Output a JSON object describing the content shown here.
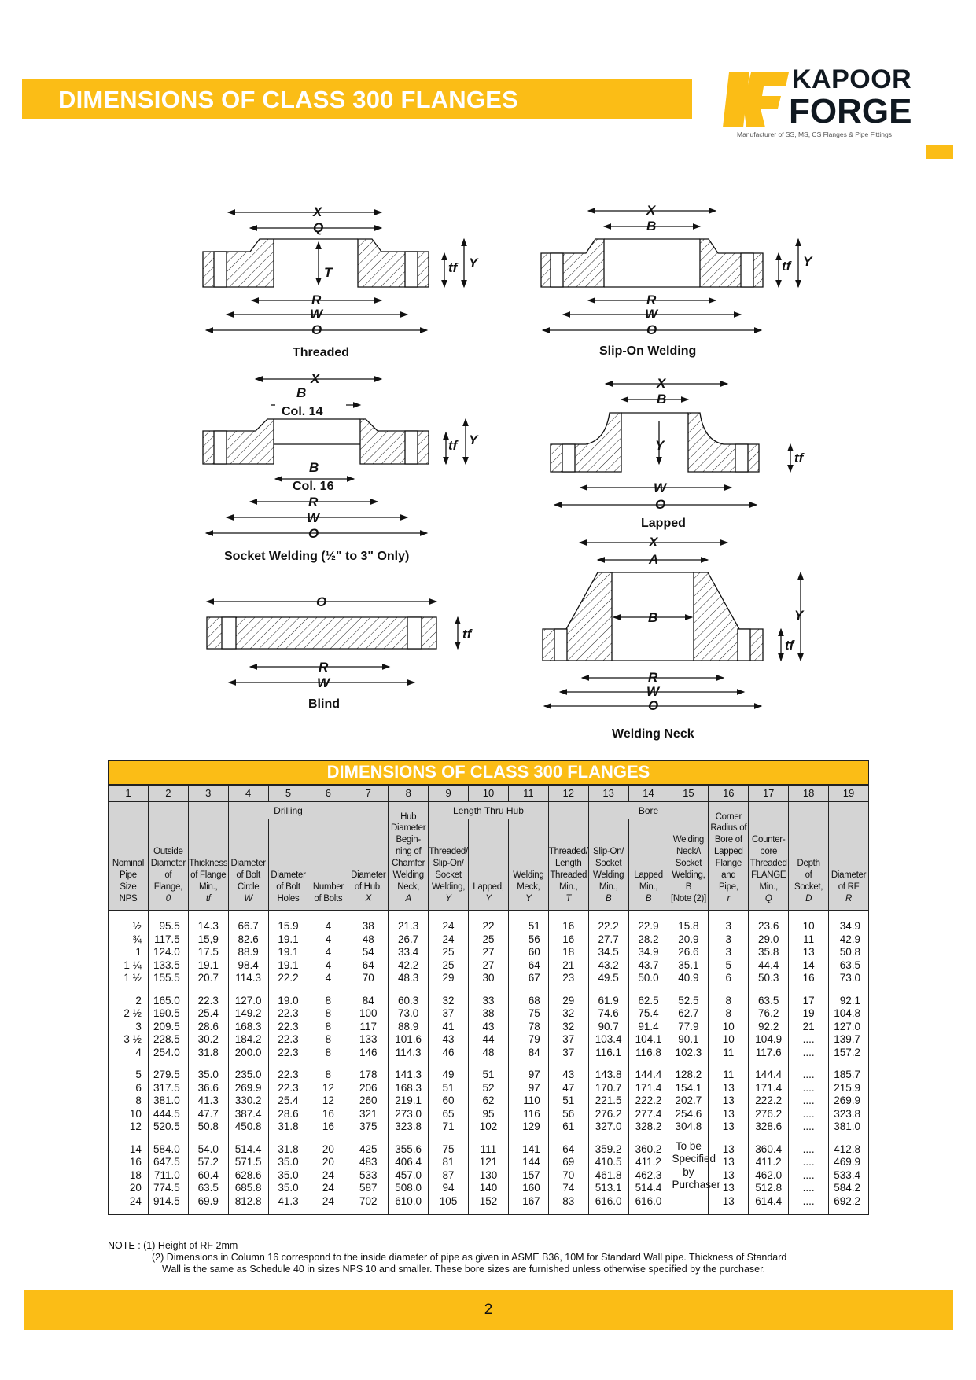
{
  "header": {
    "title": "DIMENSIONS OF CLASS 300 FLANGES"
  },
  "logo": {
    "line1": "KAPOOR",
    "line2": "FORGE",
    "tagline": "Manufacturer of SS, MS, CS Flanges & Pipe Fittings",
    "colors": {
      "accent": "#fbbd16",
      "dark": "#101820"
    }
  },
  "diagrams": {
    "threaded": {
      "caption": "Threaded",
      "X": "X",
      "Q": "Q",
      "T": "T",
      "tf": "tf",
      "Y": "Y",
      "R": "R",
      "W": "W",
      "O": "O"
    },
    "slipon": {
      "caption": "Slip-On Welding",
      "X": "X",
      "B": "B",
      "tf": "tf",
      "Y": "Y",
      "R": "R",
      "W": "W",
      "O": "O"
    },
    "socket": {
      "caption": "Socket Welding (½\" to 3\" Only)",
      "X": "X",
      "B1": "B",
      "col14": "Col. 14",
      "B2": "B",
      "col16": "Col. 16",
      "tf": "tf",
      "Y": "Y",
      "R": "R",
      "W": "W",
      "O": "O"
    },
    "lapped": {
      "caption": "Lapped",
      "X": "X",
      "B": "B",
      "Y": "Y",
      "tf": "tf",
      "W": "W",
      "O": "O"
    },
    "blind": {
      "caption": "Blind",
      "O": "O",
      "tf": "tf",
      "R": "R",
      "W": "W"
    },
    "weldneck": {
      "caption": "Welding Neck",
      "X": "X",
      "A": "A",
      "B": "B",
      "Y": "Y",
      "tf": "tf",
      "R": "R",
      "W": "W",
      "O": "O"
    }
  },
  "table": {
    "title": "DIMENSIONS OF CLASS 300 FLANGES",
    "col_numbers": [
      "1",
      "2",
      "3",
      "4",
      "5",
      "6",
      "7",
      "8",
      "9",
      "10",
      "11",
      "12",
      "13",
      "14",
      "15",
      "16",
      "17",
      "18",
      "19"
    ],
    "groups": {
      "drilling": "Drilling",
      "length": "Length Thru Hub",
      "bore": "Bore"
    },
    "headers": [
      [
        "Nominal",
        "Pipe",
        "Size",
        "NPS"
      ],
      [
        "Outside",
        "Diameter",
        "of",
        "Flange,",
        "0"
      ],
      [
        "Thickness",
        "of Flange",
        "Min.,",
        "tf"
      ],
      [
        "Diameter",
        "of Bolt",
        "Circle",
        "W"
      ],
      [
        "Diameter",
        "of Bolt",
        "Holes"
      ],
      [
        "Number",
        "of Bolts"
      ],
      [
        "Diameter",
        "of Hub,",
        "X"
      ],
      [
        "Hub",
        "Diameter",
        "Begin-",
        "ning of",
        "Chamfer",
        "Welding",
        "Neck,",
        "A"
      ],
      [
        "Threaded/",
        "Slip-On/",
        "Socket",
        "Welding,",
        "Y"
      ],
      [
        "Lapped,",
        "Y"
      ],
      [
        "Welding",
        "Meck,",
        "Y"
      ],
      [
        "Threaded/",
        "Length",
        "Threaded",
        "Min.,",
        "T"
      ],
      [
        "Slip-On/",
        "Socket",
        "Welding",
        "Min.,",
        "B"
      ],
      [
        "Lapped",
        "Min.,",
        "B"
      ],
      [
        "Welding",
        "Neck/\\",
        "Socket",
        "Welding,",
        "B",
        "[Note (2)]"
      ],
      [
        "Corner",
        "Radius of",
        "Bore of",
        "Lapped",
        "Flange",
        "and",
        "Pipe,",
        "r"
      ],
      [
        "Counter-",
        "bore",
        "Threaded",
        "FLANGE",
        "Min.,",
        "Q"
      ],
      [
        "Depth",
        "of",
        "Socket,",
        "D"
      ],
      [
        "Diameter",
        "of RF",
        "R"
      ]
    ],
    "rows": [
      [
        [
          "½",
          "¾",
          "1",
          "1 ¼",
          "1 ½"
        ],
        [
          "95.5",
          "117.5",
          "124.0",
          "133.5",
          "155.5"
        ],
        [
          "14.3",
          "15,9",
          "17.5",
          "19.1",
          "20.7"
        ],
        [
          "66.7",
          "82.6",
          "88.9",
          "98.4",
          "114.3"
        ],
        [
          "15.9",
          "19.1",
          "19.1",
          "19.1",
          "22.2"
        ],
        [
          "4",
          "4",
          "4",
          "4",
          "4"
        ],
        [
          "38",
          "48",
          "54",
          "64",
          "70"
        ],
        [
          "21.3",
          "26.7",
          "33.4",
          "42.2",
          "48.3"
        ],
        [
          "24",
          "24",
          "25",
          "25",
          "29"
        ],
        [
          "22",
          "25",
          "27",
          "27",
          "30"
        ],
        [
          "51",
          "56",
          "60",
          "64",
          "67"
        ],
        [
          "16",
          "16",
          "18",
          "21",
          "23"
        ],
        [
          "22.2",
          "27.7",
          "34.5",
          "43.2",
          "49.5"
        ],
        [
          "22.9",
          "28.2",
          "34.9",
          "43.7",
          "50.0"
        ],
        [
          "15.8",
          "20.9",
          "26.6",
          "35.1",
          "40.9"
        ],
        [
          "3",
          "3",
          "3",
          "5",
          "6"
        ],
        [
          "23.6",
          "29.0",
          "35.8",
          "44.4",
          "50.3"
        ],
        [
          "10",
          "11",
          "13",
          "14",
          "16"
        ],
        [
          "34.9",
          "42.9",
          "50.8",
          "63.5",
          "73.0"
        ]
      ],
      [
        [
          "2",
          "2 ½",
          "3",
          "3 ½",
          "4"
        ],
        [
          "165.0",
          "190.5",
          "209.5",
          "228.5",
          "254.0"
        ],
        [
          "22.3",
          "25.4",
          "28.6",
          "30.2",
          "31.8"
        ],
        [
          "127.0",
          "149.2",
          "168.3",
          "184.2",
          "200.0"
        ],
        [
          "19.0",
          "22.3",
          "22.3",
          "22.3",
          "22.3"
        ],
        [
          "8",
          "8",
          "8",
          "8",
          "8"
        ],
        [
          "84",
          "100",
          "117",
          "133",
          "146"
        ],
        [
          "60.3",
          "73.0",
          "88.9",
          "101.6",
          "114.3"
        ],
        [
          "32",
          "37",
          "41",
          "43",
          "46"
        ],
        [
          "33",
          "38",
          "43",
          "44",
          "48"
        ],
        [
          "68",
          "75",
          "78",
          "79",
          "84"
        ],
        [
          "29",
          "32",
          "32",
          "37",
          "37"
        ],
        [
          "61.9",
          "74.6",
          "90.7",
          "103.4",
          "116.1"
        ],
        [
          "62.5",
          "75.4",
          "91.4",
          "104.1",
          "116.8"
        ],
        [
          "52.5",
          "62.7",
          "77.9",
          "90.1",
          "102.3"
        ],
        [
          "8",
          "8",
          "10",
          "10",
          "11"
        ],
        [
          "63.5",
          "76.2",
          "92.2",
          "104.9",
          "117.6"
        ],
        [
          "17",
          "19",
          "21",
          "....",
          "...."
        ],
        [
          "92.1",
          "104.8",
          "127.0",
          "139.7",
          "157.2"
        ]
      ],
      [
        [
          "5",
          "6",
          "8",
          "10",
          "12"
        ],
        [
          "279.5",
          "317.5",
          "381.0",
          "444.5",
          "520.5"
        ],
        [
          "35.0",
          "36.6",
          "41.3",
          "47.7",
          "50.8"
        ],
        [
          "235.0",
          "269.9",
          "330.2",
          "387.4",
          "450.8"
        ],
        [
          "22.3",
          "22.3",
          "25.4",
          "28.6",
          "31.8"
        ],
        [
          "8",
          "12",
          "12",
          "16",
          "16"
        ],
        [
          "178",
          "206",
          "260",
          "321",
          "375"
        ],
        [
          "141.3",
          "168.3",
          "219.1",
          "273.0",
          "323.8"
        ],
        [
          "49",
          "51",
          "60",
          "65",
          "71"
        ],
        [
          "51",
          "52",
          "62",
          "95",
          "102"
        ],
        [
          "97",
          "97",
          "110",
          "116",
          "129"
        ],
        [
          "43",
          "47",
          "51",
          "56",
          "61"
        ],
        [
          "143.8",
          "170.7",
          "221.5",
          "276.2",
          "327.0"
        ],
        [
          "144.4",
          "171.4",
          "222.2",
          "277.4",
          "328.2"
        ],
        [
          "128.2",
          "154.1",
          "202.7",
          "254.6",
          "304.8"
        ],
        [
          "11",
          "13",
          "13",
          "13",
          "13"
        ],
        [
          "144.4",
          "171.4",
          "222.2",
          "276.2",
          "328.6"
        ],
        [
          "....",
          "....",
          "....",
          "....",
          "...."
        ],
        [
          "185.7",
          "215.9",
          "269.9",
          "323.8",
          "381.0"
        ]
      ],
      [
        [
          "14",
          "16",
          "18",
          "20",
          "24"
        ],
        [
          "584.0",
          "647.5",
          "711.0",
          "774.5",
          "914.5"
        ],
        [
          "54.0",
          "57.2",
          "60.4",
          "63.5",
          "69.9"
        ],
        [
          "514.4",
          "571.5",
          "628.6",
          "685.8",
          "812.8"
        ],
        [
          "31.8",
          "35.0",
          "35.0",
          "35.0",
          "41.3"
        ],
        [
          "20",
          "20",
          "24",
          "24",
          "24"
        ],
        [
          "425",
          "483",
          "533",
          "587",
          "702"
        ],
        [
          "355.6",
          "406.4",
          "457.0",
          "508.0",
          "610.0"
        ],
        [
          "75",
          "81",
          "87",
          "94",
          "105"
        ],
        [
          "111",
          "121",
          "130",
          "140",
          "152"
        ],
        [
          "141",
          "144",
          "157",
          "160",
          "167"
        ],
        [
          "64",
          "69",
          "70",
          "74",
          "83"
        ],
        [
          "359.2",
          "410.5",
          "461.8",
          "513.1",
          "616.0"
        ],
        [
          "360.2",
          "411.2",
          "462.3",
          "514.4",
          "616.0"
        ],
        [
          "To be",
          "Specified",
          "by",
          "Purchaser"
        ],
        [
          "13",
          "13",
          "13",
          "13",
          "13"
        ],
        [
          "360.4",
          "411.2",
          "462.0",
          "512.8",
          "614.4"
        ],
        [
          "....",
          "....",
          "....",
          "....",
          "...."
        ],
        [
          "412.8",
          "469.9",
          "533.4",
          "584.2",
          "692.2"
        ]
      ]
    ]
  },
  "notes": {
    "label": "NOTE : (1) Height of RF 2mm",
    "note2a": "(2) Dimensions in Column 16 correspond to the inside diameter of pipe as given in ASME B36, 10M for Standard Wall pipe. Thickness of Standard",
    "note2b": "Wall is the same as Schedule 40 in sizes NPS 10 and smaller. These bore sizes are furnished unless otherwise specified by the purchaser."
  },
  "footer": {
    "page": "2"
  }
}
